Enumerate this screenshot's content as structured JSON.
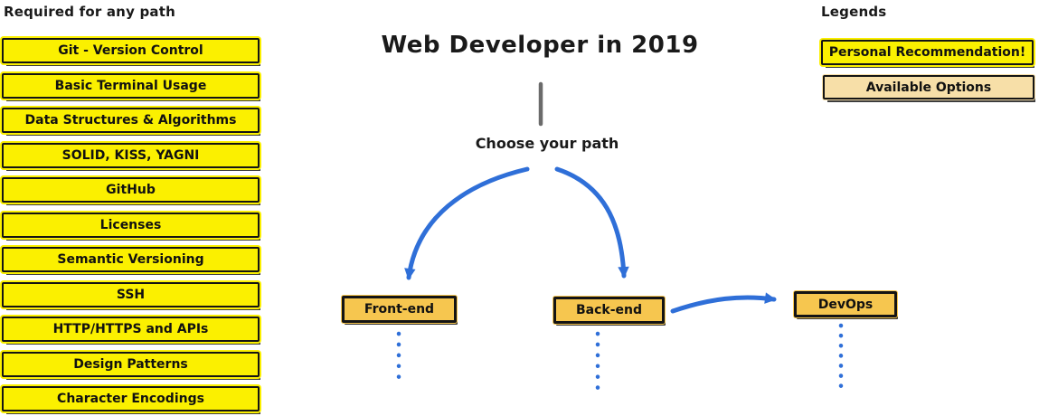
{
  "left_panel": {
    "title": "Required for any path",
    "items": [
      "Git - Version Control",
      "Basic Terminal Usage",
      "Data Structures & Algorithms",
      "SOLID, KISS, YAGNI",
      "GitHub",
      "Licenses",
      "Semantic Versioning",
      "SSH",
      "HTTP/HTTPS and APIs",
      "Design Patterns",
      "Character Encodings"
    ]
  },
  "center": {
    "title": "Web Developer in 2019",
    "subtitle": "Choose your path",
    "paths": [
      {
        "label": "Front-end"
      },
      {
        "label": "Back-end"
      },
      {
        "label": "DevOps"
      }
    ]
  },
  "legends": {
    "title": "Legends",
    "items": [
      {
        "label": "Personal Recommendation!",
        "style": "recommendation"
      },
      {
        "label": "Available Options",
        "style": "option"
      }
    ]
  },
  "colors": {
    "recommendation_fill": "#FBF000",
    "option_fill": "#F7DFA8",
    "path_fill": "#F6C64F",
    "arrow_blue": "#2F6FD8",
    "connector_gray": "#6B6B6B",
    "border_black": "#141414"
  }
}
